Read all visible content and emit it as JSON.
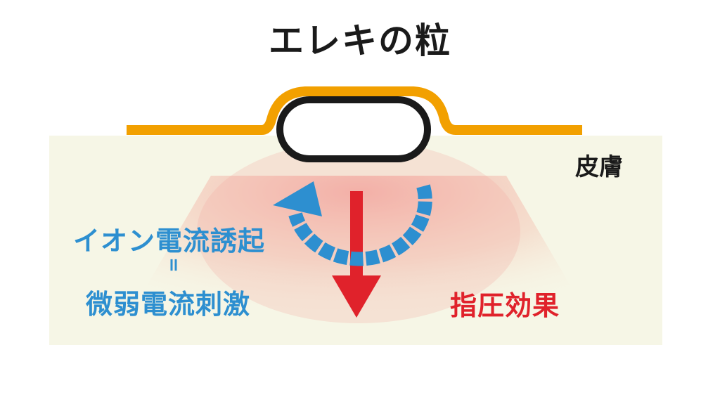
{
  "title": "エレキの粒",
  "labels": {
    "skin": "皮膚",
    "ion_current": "イオン電流誘起",
    "equals": "=",
    "micro_current": "微弱電流刺激",
    "shiatsu": "指圧効果"
  },
  "colors": {
    "skin_fill": "#f6f6e6",
    "skin_outline": "#f2a000",
    "current_blue": "#2d8fd0",
    "pressure_red": "#e0222b",
    "glow_red": "#f2a7a0",
    "title_text": "#1a1a1a"
  },
  "icons": {
    "bead": "elekinotsubu-bead-icon",
    "circular_arrow": "circular-current-arrow-icon",
    "down_arrow": "pressure-down-arrow-icon"
  }
}
